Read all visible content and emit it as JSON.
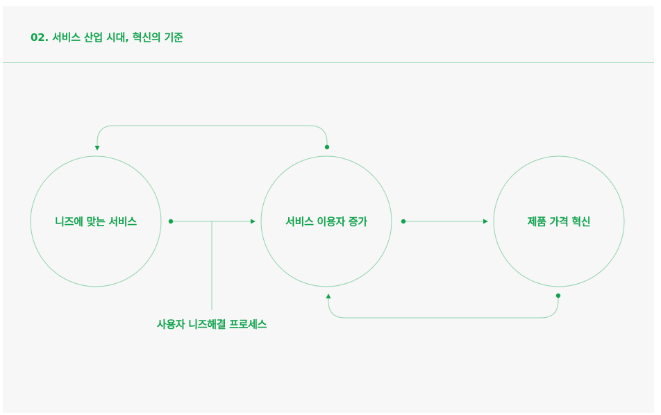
{
  "header": {
    "title": "02. 서비스 산업 시대, 혁신의 기준"
  },
  "diagram": {
    "nodes": [
      {
        "id": "needs",
        "label": "니즈에 맞는 서비스"
      },
      {
        "id": "usage",
        "label": "서비스 이용자 증가"
      },
      {
        "id": "price",
        "label": "제품 가격 혁신"
      }
    ],
    "process_label": "사용자 니즈해결 프로세스"
  },
  "colors": {
    "accent": "#0fa34c",
    "line": "#8ed4ab",
    "background": "#f7f7f7"
  }
}
